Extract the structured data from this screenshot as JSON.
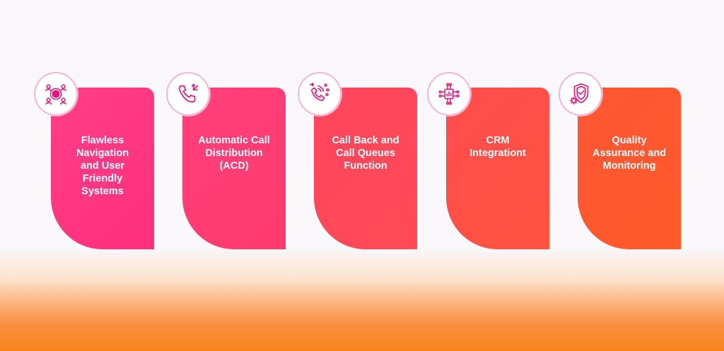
{
  "colors": {
    "icon_stroke": "#e8147a",
    "card_gradient_start": "#ff2f7e",
    "card_gradient_end": "#ff5a2d"
  },
  "steps": [
    {
      "title": "Flawless\nNavigation\nand User\nFriendly\nSystems",
      "icon": "navigation-gear-users-icon"
    },
    {
      "title": "Automatic Call\nDistribution\n(ACD)",
      "icon": "phone-distribution-icon"
    },
    {
      "title": "Call Back and\nCall Queues\nFunction",
      "icon": "phone-callback-queue-icon"
    },
    {
      "title": "CRM\nIntegrationt",
      "icon": "crm-integration-circuit-icon"
    },
    {
      "title": "Quality\nAssurance and\nMonitoring",
      "icon": "shield-check-gear-icon"
    }
  ]
}
